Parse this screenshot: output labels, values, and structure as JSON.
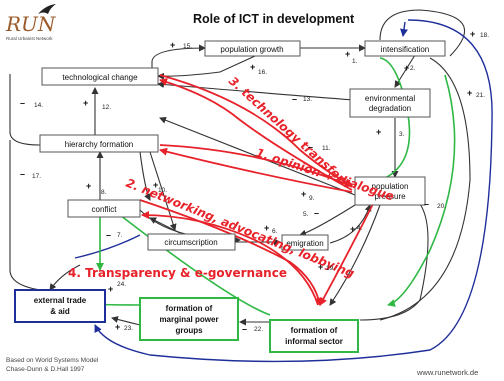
{
  "logo": {
    "text": "RUN",
    "subtitle": "Rural Urbanist Network"
  },
  "title": "Role of ICT in development",
  "nodes": {
    "population_growth": "population growth",
    "intensification": "intensification",
    "technological_change": "technological change",
    "environmental_degradation_1": "environmental",
    "environmental_degradation_2": "degradation",
    "hierarchy_formation": "hierarchy formation",
    "population_pressure_1": "population",
    "population_pressure_2": "pressure",
    "conflict": "conflict",
    "circumscription": "circumscription",
    "emigration": "emigration",
    "external_trade_1": "external trade",
    "external_trade_2": "& aid",
    "marginal_groups_1": "formation of",
    "marginal_groups_2": "marginal power",
    "marginal_groups_3": "groups",
    "informal_sector_1": "formation of",
    "informal_sector_2": "informal sector"
  },
  "red_labels": {
    "technology_transfer": "3. technology transfer",
    "opinion_dialogue": "1. opinion + dialogue",
    "networking": "2. networking, advocating, lobbying",
    "transparency": "4. Transparency & e-governance"
  },
  "link_numbers": [
    "1.",
    "2.",
    "3.",
    "4.",
    "5.",
    "6.",
    "7.",
    "8.",
    "9.",
    "10.",
    "11.",
    "12.",
    "13.",
    "14.",
    "15.",
    "16.",
    "17.",
    "18.",
    "19.",
    "20.",
    "21.",
    "22.",
    "23.",
    "24."
  ],
  "source": {
    "line1": "Based on World Systems Model",
    "line2": "Chase-Dunn & D.Hall 1997"
  },
  "url": "www.runetwork.de",
  "colors": {
    "red": "#e8222a",
    "green": "#2fb844",
    "blue": "#1f2f9a",
    "gray": "#555555"
  }
}
